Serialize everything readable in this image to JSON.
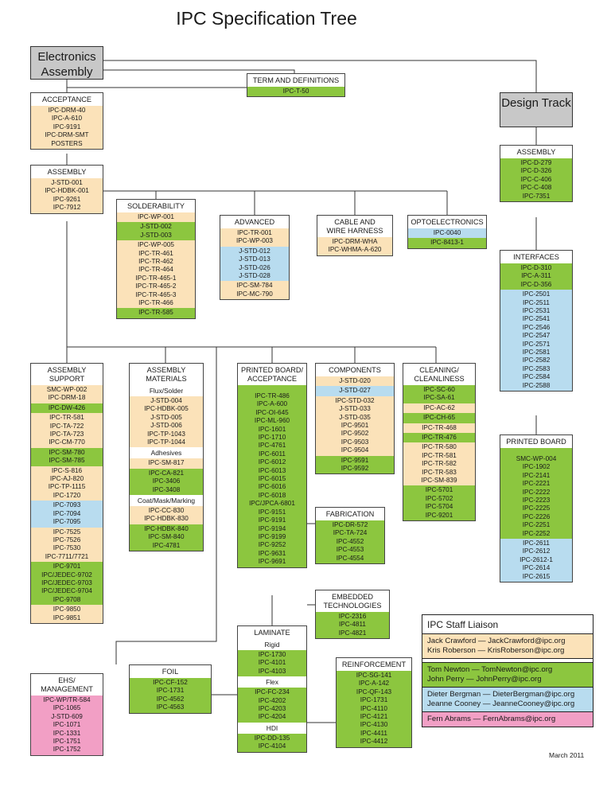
{
  "title": "IPC Specification Tree",
  "roots": {
    "electronics_assembly": "Electronics Assembly",
    "design_track": "Design Track"
  },
  "boxes": [
    {
      "id": "term",
      "heading": [
        "TERM AND DEFINITIONS"
      ],
      "sections": [
        {
          "color": "green",
          "items": [
            "IPC-T-50"
          ]
        }
      ]
    },
    {
      "id": "acceptance",
      "heading": [
        "ACCEPTANCE"
      ],
      "sections": [
        {
          "color": "tan",
          "items": [
            "IPC-DRM-40",
            "IPC-A-610",
            "IPC-9191",
            "IPC-DRM-SMT",
            "POSTERS"
          ]
        }
      ]
    },
    {
      "id": "assembly-left",
      "heading": [
        "ASSEMBLY"
      ],
      "sections": [
        {
          "color": "tan",
          "items": [
            "J-STD-001",
            "IPC-HDBK-001",
            "IPC-9261",
            "IPC-7912"
          ]
        }
      ]
    },
    {
      "id": "solderability",
      "heading": [
        "SOLDERABILITY"
      ],
      "sections": [
        {
          "color": "tan",
          "items": [
            "IPC-WP-001"
          ]
        },
        {
          "color": "green",
          "items": [
            "J-STD-002",
            "J-STD-003"
          ]
        },
        {
          "color": "tan",
          "items": [
            "IPC-WP-005",
            "IPC-TR-461",
            "IPC-TR-462",
            "IPC-TR-464",
            "IPC-TR-465-1",
            "IPC-TR-465-2",
            "IPC-TR-465-3",
            "IPC-TR-466"
          ]
        },
        {
          "color": "green",
          "items": [
            "IPC-TR-585"
          ]
        }
      ]
    },
    {
      "id": "advanced",
      "heading": [
        "ADVANCED"
      ],
      "sections": [
        {
          "color": "tan",
          "items": [
            "IPC-TR-001",
            "IPC-WP-003"
          ]
        },
        {
          "color": "blue",
          "items": [
            "J-STD-012",
            "J-STD-013",
            "J-STD-026",
            "J-STD-028"
          ]
        },
        {
          "color": "tan",
          "items": [
            "IPC-SM-784",
            "IPC-MC-790"
          ]
        }
      ]
    },
    {
      "id": "cable",
      "heading": [
        "CABLE AND",
        "WIRE HARNESS"
      ],
      "sections": [
        {
          "color": "tan",
          "items": [
            "IPC-DRM-WHA",
            "IPC-WHMA-A-620"
          ]
        }
      ]
    },
    {
      "id": "opto",
      "heading": [
        "OPTOELECTRONICS"
      ],
      "sections": [
        {
          "color": "blue",
          "items": [
            "IPC-0040"
          ]
        },
        {
          "color": "green",
          "items": [
            "IPC-8413-1"
          ]
        }
      ]
    },
    {
      "id": "assembly-support",
      "heading": [
        "ASSEMBLY",
        "SUPPORT"
      ],
      "sections": [
        {
          "color": "tan",
          "items": [
            "SMC-WP-002",
            "IPC-DRM-18"
          ]
        },
        {
          "color": "green",
          "items": [
            "IPC-DW-426"
          ]
        },
        {
          "color": "tan",
          "items": [
            "IPC-TR-581",
            "IPC-TA-722",
            "IPC-TA-723",
            "IPC-CM-770"
          ]
        },
        {
          "color": "green",
          "items": [
            "IPC-SM-780",
            "IPC-SM-785"
          ]
        },
        {
          "color": "tan",
          "items": [
            "IPC-S-816",
            "IPC-AJ-820",
            "IPC-TP-1115",
            "IPC-1720"
          ]
        },
        {
          "color": "blue",
          "items": [
            "IPC-7093",
            "IPC-7094",
            "IPC-7095"
          ]
        },
        {
          "color": "tan",
          "items": [
            "IPC-7525",
            "IPC-7526",
            "IPC-7530",
            "IPC-7711/7721"
          ]
        },
        {
          "color": "green",
          "items": [
            "IPC-9701",
            "IPC/JEDEC-9702",
            "IPC/JEDEC-9703",
            "IPC/JEDEC-9704",
            "IPC-9708"
          ]
        },
        {
          "color": "tan",
          "items": [
            "IPC-9850",
            "IPC-9851"
          ]
        }
      ]
    },
    {
      "id": "assembly-materials",
      "heading": [
        "ASSEMBLY",
        "MATERIALS"
      ],
      "sections": [
        {
          "color": "white",
          "sub": "Flux/Solder",
          "items": []
        },
        {
          "color": "tan",
          "items": [
            "J-STD-004",
            "IPC-HDBK-005",
            "J-STD-005",
            "J-STD-006",
            "IPC-TP-1043",
            "IPC-TP-1044"
          ]
        },
        {
          "color": "white",
          "sub": "Adhesives",
          "items": []
        },
        {
          "color": "tan",
          "items": [
            "IPC-SM-817"
          ]
        },
        {
          "color": "green",
          "items": [
            "IPC-CA-821",
            "IPC-3406",
            "IPC-3408"
          ]
        },
        {
          "color": "white",
          "sub": "Coat/Mask/Marking",
          "items": []
        },
        {
          "color": "tan",
          "items": [
            "IPC-CC-830",
            "IPC-HDBK-830"
          ]
        },
        {
          "color": "green",
          "items": [
            "IPC-HDBK-840",
            "IPC-SM-840",
            "IPC-4781"
          ]
        }
      ]
    },
    {
      "id": "printed-board-acceptance",
      "heading": [
        "PRINTED BOARD/",
        "ACCEPTANCE"
      ],
      "sections": [
        {
          "color": "green",
          "items": [
            "",
            "IPC-TR-486",
            "IPC-A-600",
            "IPC-OI-645",
            "IPC-ML-960",
            "IPC-1601",
            "IPC-1710",
            "IPC-4761",
            "IPC-6011",
            "IPC-6012",
            "IPC-6013",
            "IPC-6015",
            "IPC-6016",
            "IPC-6018",
            "IPC/JPCA-6801",
            "IPC-9151",
            "IPC-9191",
            "IPC-9194",
            "IPC-9199",
            "IPC-9252",
            "IPC-9631",
            "IPC-9691"
          ]
        }
      ]
    },
    {
      "id": "components",
      "heading": [
        "COMPONENTS"
      ],
      "sections": [
        {
          "color": "tan",
          "items": [
            "J-STD-020"
          ]
        },
        {
          "color": "blue",
          "items": [
            "J-STD-027"
          ]
        },
        {
          "color": "tan",
          "items": [
            "IPC-STD-032",
            "J-STD-033",
            "J-STD-035",
            "IPC-9501",
            "IPC-9502",
            "IPC-9503",
            "IPC-9504"
          ]
        },
        {
          "color": "green",
          "items": [
            "IPC-9591",
            "IPC-9592"
          ]
        }
      ]
    },
    {
      "id": "cleaning",
      "heading": [
        "CLEANING/",
        "CLEANLINESS"
      ],
      "sections": [
        {
          "color": "green",
          "items": [
            "IPC-SC-60",
            "IPC-SA-61"
          ]
        },
        {
          "color": "tan",
          "items": [
            "IPC-AC-62"
          ]
        },
        {
          "color": "green",
          "items": [
            "IPC-CH-65"
          ]
        },
        {
          "color": "tan",
          "items": [
            "IPC-TR-468"
          ]
        },
        {
          "color": "green",
          "items": [
            "IPC-TR-476"
          ]
        },
        {
          "color": "tan",
          "items": [
            "IPC-TR-580",
            "IPC-TR-581",
            "IPC-TR-582",
            "IPC-TR-583",
            "IPC-SM-839"
          ]
        },
        {
          "color": "green",
          "items": [
            "IPC-5701",
            "IPC-5702",
            "IPC-5704",
            "IPC-9201"
          ]
        }
      ]
    },
    {
      "id": "fabrication",
      "heading": [
        "FABRICATION"
      ],
      "sections": [
        {
          "color": "green",
          "items": [
            "IPC-DR-572",
            "IPC-TA-724",
            "IPC-4552",
            "IPC-4553",
            "IPC-4554"
          ]
        }
      ]
    },
    {
      "id": "embedded",
      "heading": [
        "EMBEDDED",
        "TECHNOLOGIES"
      ],
      "sections": [
        {
          "color": "green",
          "items": [
            "IPC-2316",
            "IPC-4811",
            "IPC-4821"
          ]
        }
      ]
    },
    {
      "id": "ehs",
      "heading": [
        "EHS/",
        "MANAGEMENT"
      ],
      "sections": [
        {
          "color": "pink",
          "items": [
            "IPC-WP/TR-584",
            "IPC-1065",
            "J-STD-609",
            "IPC-1071",
            "IPC-1331",
            "IPC-1751",
            "IPC-1752"
          ]
        }
      ]
    },
    {
      "id": "foil",
      "heading": [
        "FOIL"
      ],
      "sections": [
        {
          "color": "green",
          "items": [
            "IPC-CF-152",
            "IPC-1731",
            "IPC-4562",
            "IPC-4563"
          ]
        }
      ]
    },
    {
      "id": "laminate",
      "heading": [
        "LAMINATE"
      ],
      "sections": [
        {
          "color": "white",
          "sub": "Rigid",
          "items": []
        },
        {
          "color": "green",
          "items": [
            "IPC-1730",
            "IPC-4101",
            "IPC-4103"
          ]
        },
        {
          "color": "white",
          "sub": "Flex",
          "items": []
        },
        {
          "color": "green",
          "items": [
            "IPC-FC-234",
            "IPC-4202",
            "IPC-4203",
            "IPC-4204"
          ]
        },
        {
          "color": "white",
          "sub": "HDI",
          "items": []
        },
        {
          "color": "green",
          "items": [
            "IPC-DD-135",
            "IPC-4104"
          ]
        }
      ]
    },
    {
      "id": "reinforcement",
      "heading": [
        "REINFORCEMENT"
      ],
      "sections": [
        {
          "color": "green",
          "items": [
            "IPC-SG-141",
            "IPC-A-142",
            "IPC-QF-143",
            "IPC-1731",
            "IPC-4110",
            "IPC-4121",
            "IPC-4130",
            "IPC-4411",
            "IPC-4412"
          ]
        }
      ]
    },
    {
      "id": "assembly-right",
      "heading": [
        "ASSEMBLY"
      ],
      "sections": [
        {
          "color": "green",
          "items": [
            "IPC-D-279",
            "IPC-D-326",
            "IPC-C-406",
            "IPC-C-408",
            "IPC-7351"
          ]
        }
      ]
    },
    {
      "id": "interfaces",
      "heading": [
        "INTERFACES"
      ],
      "sections": [
        {
          "color": "green",
          "items": [
            "IPC-D-310",
            "IPC-A-311",
            "IPC-D-356"
          ]
        },
        {
          "color": "blue",
          "items": [
            "IPC-2501",
            "IPC-2511",
            "IPC-2531",
            "IPC-2541",
            "IPC-2546",
            "IPC-2547",
            "IPC-2571",
            "IPC-2581",
            "IPC-2582",
            "IPC-2583",
            "IPC-2584",
            "IPC-2588"
          ]
        }
      ]
    },
    {
      "id": "printed-board",
      "heading": [
        "PRINTED BOARD"
      ],
      "sections": [
        {
          "color": "green",
          "items": [
            "",
            "SMC-WP-004",
            "IPC-1902",
            "IPC-2141",
            "IPC-2221",
            "IPC-2222",
            "IPC-2223",
            "IPC-2225",
            "IPC-2226",
            "IPC-2251",
            "IPC-2252"
          ]
        },
        {
          "color": "blue",
          "items": [
            "IPC-2611",
            "IPC-2612",
            "IPC-2612-1",
            "IPC-2614",
            "IPC-2615"
          ]
        }
      ]
    }
  ],
  "legend": {
    "title": "IPC Staff Liaison",
    "rows": [
      {
        "color": "tan",
        "lines": [
          "Jack Crawford — JackCrawford@ipc.org",
          "Kris Roberson — KrisRoberson@ipc.org"
        ]
      },
      {
        "color": "green",
        "lines": [
          "Tom Newton — TomNewton@ipc.org",
          "John Perry — JohnPerry@ipc.org"
        ]
      },
      {
        "color": "blue",
        "lines": [
          "Dieter Bergman — DieterBergman@ipc.org",
          "Jeanne Cooney — JeanneCooney@ipc.org"
        ]
      },
      {
        "color": "pink",
        "lines": [
          "Fern Abrams — FernAbrams@ipc.org"
        ]
      }
    ]
  },
  "date": "March 2011",
  "colors": {
    "green": "#8cc63f",
    "tan": "#fbe2b9",
    "blue": "#b8dcef",
    "pink": "#f29fc5",
    "root_gray": "#c8c8c8"
  }
}
